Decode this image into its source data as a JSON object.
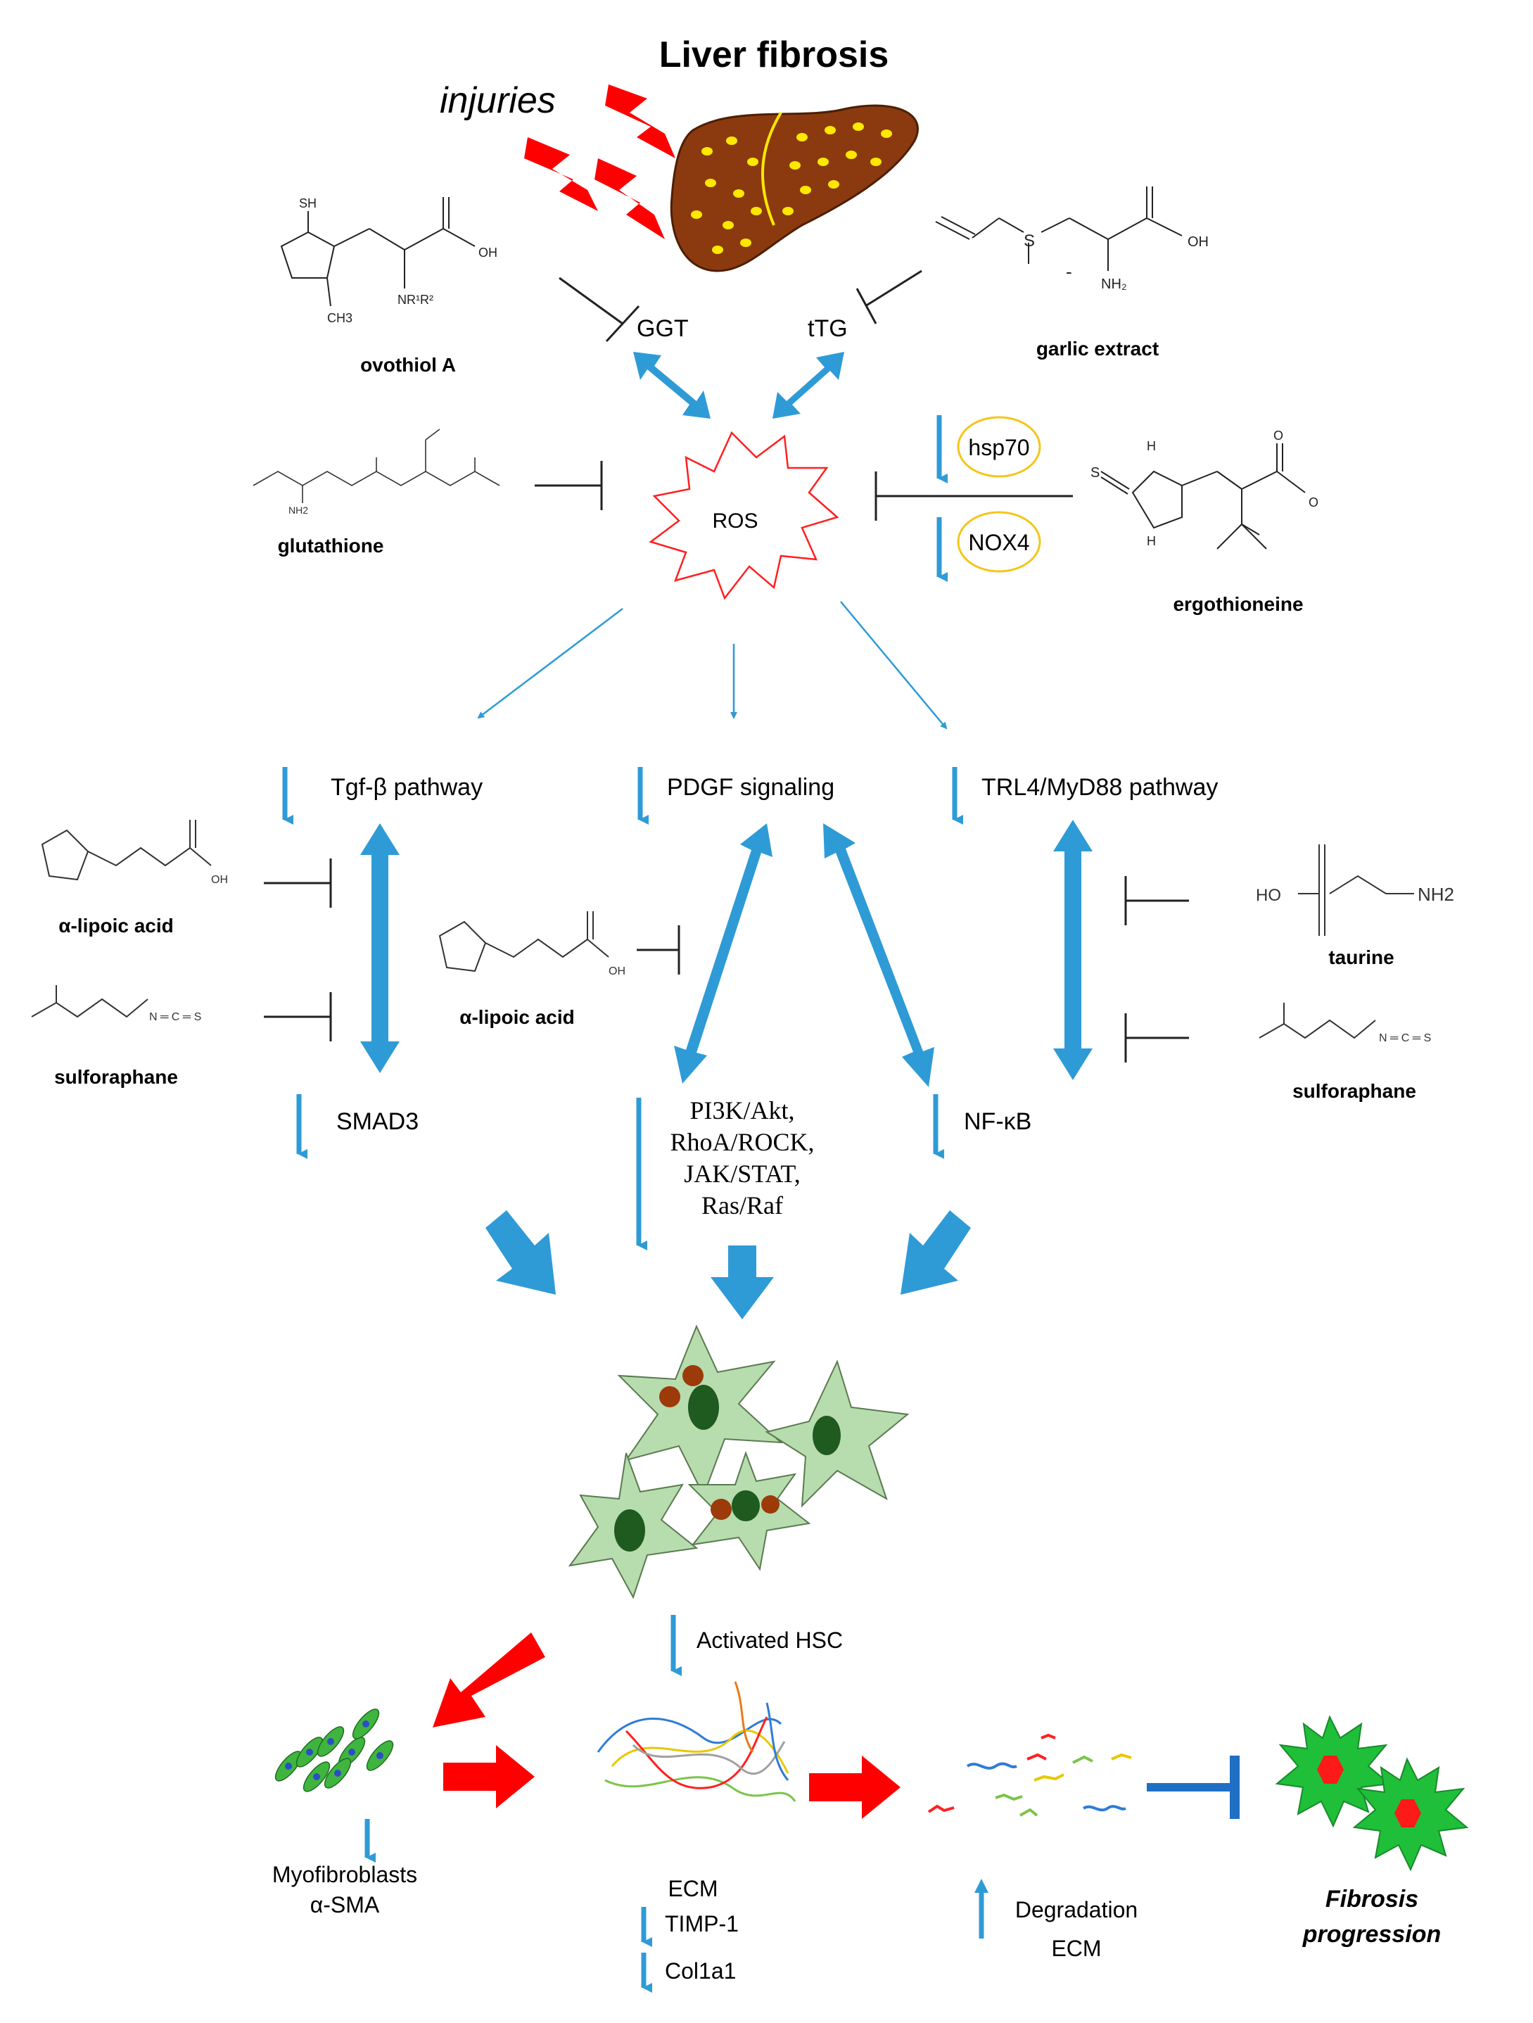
{
  "title": "Liver fibrosis",
  "injuries_label": "injuries",
  "enzymes": {
    "ggt": "GGT",
    "ttg": "tTG"
  },
  "ros_label": "ROS",
  "markers": {
    "hsp70": "hsp70",
    "nox4": "NOX4"
  },
  "compounds": {
    "ovothiol": "ovothiol A",
    "garlic": "garlic extract",
    "glutathione": "glutathione",
    "ergothioneine": "ergothioneine",
    "lipoic_left": "α-lipoic acid",
    "lipoic_center": "α-lipoic acid",
    "sulforaphane_left": "sulforaphane",
    "sulforaphane_right": "sulforaphane",
    "taurine": "taurine"
  },
  "pathways": {
    "tgf": "Tgf-β pathway",
    "pdgf": "PDGF signaling",
    "trl4": "TRL4/MyD88 pathway",
    "smad3": "SMAD3",
    "pi3k_lines": [
      "PI3K/Akt,",
      "RhoA/ROCK,",
      "JAK/STAT,",
      "Ras/Raf"
    ],
    "nfkb": "NF-κB"
  },
  "activated_hsc": "Activated HSC",
  "outcomes": {
    "myofibroblasts": "Myofibroblasts",
    "asma": "α-SMA",
    "ecm": "ECM",
    "timp1": "TIMP-1",
    "col1a1": "Col1a1",
    "degradation": "Degradation",
    "degradation_ecm": "ECM",
    "fibrosis_line1": "Fibrosis",
    "fibrosis_line2": "progression"
  },
  "structure_labels": {
    "sh": "SH",
    "oh": "OH",
    "nr": "NR¹R²",
    "ch3": "CH3",
    "o_minus": "-",
    "s_plus": "S",
    "nh2": "NH₂",
    "taurine_ho": "HO",
    "taurine_nh2": "NH2",
    "glut_nh2": "NH2",
    "erg_s": "S",
    "erg_h": "H",
    "erg_o": "O",
    "ncs": "N ═ C ═ S"
  },
  "colors": {
    "blue_arrow": "#2e9bd6",
    "red_arrow": "#ff0000",
    "inhibit_blue": "#1f6fc4",
    "liver": "#8b3a0f",
    "liver_dots": "#ffe800",
    "hsc_fill": "#b7dcae",
    "hsc_nucleus": "#1f5a1f",
    "vesicle": "#9c3a0a",
    "fibrosis_green": "#1fbf3a",
    "fibrosis_red": "#ff1a1a",
    "marker_ring": "#f5c518"
  }
}
